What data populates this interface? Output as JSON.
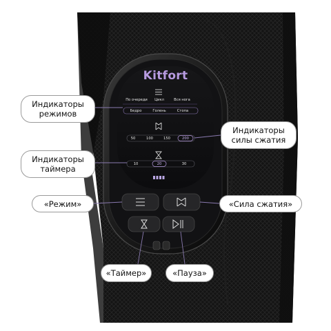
{
  "device": {
    "brand": "Kitfort",
    "accent_color": "#b79be0",
    "mode_options_row1": [
      "По очереди",
      "Цикл",
      "Вся нога"
    ],
    "mode_options_row2": [
      "Бедро",
      "Голень",
      "Стопа"
    ],
    "pressure_levels": [
      "50",
      "100",
      "150",
      "200"
    ],
    "timer_levels": [
      "10",
      "20",
      "30"
    ],
    "icons": {
      "mode": "menu-lines-icon",
      "pressure": "compress-arrows-icon",
      "timer": "hourglass-icon",
      "pause": "play-pause-icon",
      "battery": "battery-icon"
    }
  },
  "callouts": {
    "mode_indicators": "Индикаторы\nрежимов",
    "pressure_indicators": "Индикаторы\nсилы сжатия",
    "timer_indicators": "Индикаторы\nтаймера",
    "mode_button": "«Режим»",
    "pressure_button": "«Сила сжатия»",
    "timer_button": "«Таймер»",
    "pause_button": "«Пауза»"
  }
}
